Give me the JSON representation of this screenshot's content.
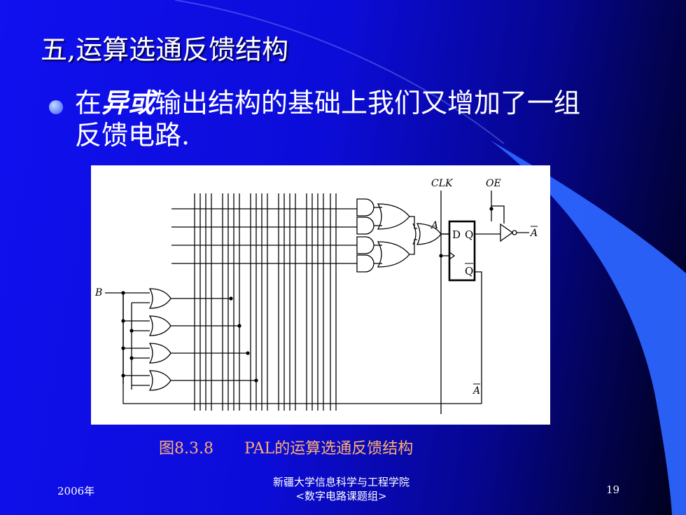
{
  "slide": {
    "title": "五,运算选通反馈结构",
    "bullet": {
      "before": "在",
      "emphasis": "异或",
      "after": "输出结构的基础上我们又增加了一组反馈电路."
    },
    "caption": "图8.3.8　　PAL的运算选通反馈结构",
    "footer": {
      "left": "2006年",
      "center_line1": "新疆大学信息科学与工程学院",
      "center_line2": "<数字电路课题组>",
      "page_number": "19"
    }
  },
  "diagram": {
    "labels": {
      "clk": "CLK",
      "oe": "OE",
      "xor_out": "A",
      "d": "D",
      "q": "Q",
      "q_bar": "Q",
      "output": "A",
      "input_b": "B",
      "feedback": "A"
    }
  },
  "colors": {
    "background_start": "#1010f0",
    "background_end": "#000018",
    "accent_shape": "#2c64ff",
    "caption": "#ffb070",
    "text": "#ffffff"
  }
}
